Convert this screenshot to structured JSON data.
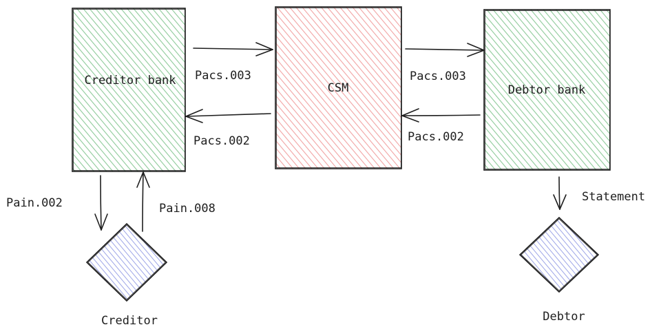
{
  "colors": {
    "green_fill": "#b2f2bb",
    "green_stroke": "#2f9e44",
    "red_fill": "#ffc9c9",
    "red_stroke": "#e03131",
    "blue_fill": "#a5b4fc",
    "blue_stroke": "#4c5ad4",
    "ink": "#1e1e1e"
  },
  "nodes": {
    "creditor_bank": "Creditor bank",
    "csm": "CSM",
    "debtor_bank": "Debtor bank",
    "creditor": "Creditor",
    "debtor": "Debtor"
  },
  "edges": {
    "creditor_to_csm": "Pacs.003",
    "csm_to_creditor": "Pacs.002",
    "csm_to_debtor": "Pacs.003",
    "debtor_to_csm": "Pacs.002",
    "bank_to_creditor": "Pain.002",
    "creditor_to_bank": "Pain.008",
    "debtor_statement": "Statement"
  }
}
